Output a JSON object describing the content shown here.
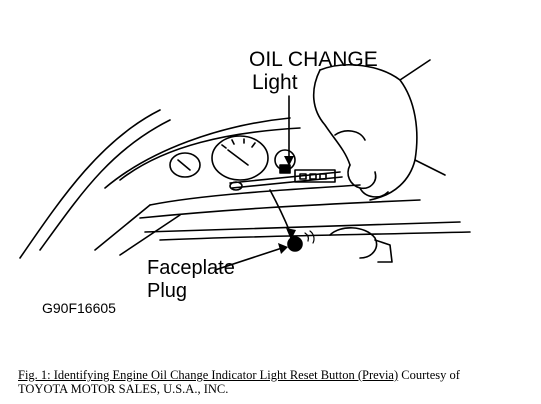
{
  "figure": {
    "callouts": {
      "oil_change_line1": "OIL CHANGE",
      "oil_change_line2": "Light",
      "faceplate_line1": "Faceplate",
      "faceplate_line2": "Plug",
      "figure_code": "G90F16605"
    },
    "caption": {
      "title": "Fig. 1: Identifying Engine Oil Change Indicator Light Reset Button (Previa)",
      "credit_prefix": " Courtesy of",
      "credit_source": "TOYOTA MOTOR SALES, U.S.A., INC."
    }
  }
}
